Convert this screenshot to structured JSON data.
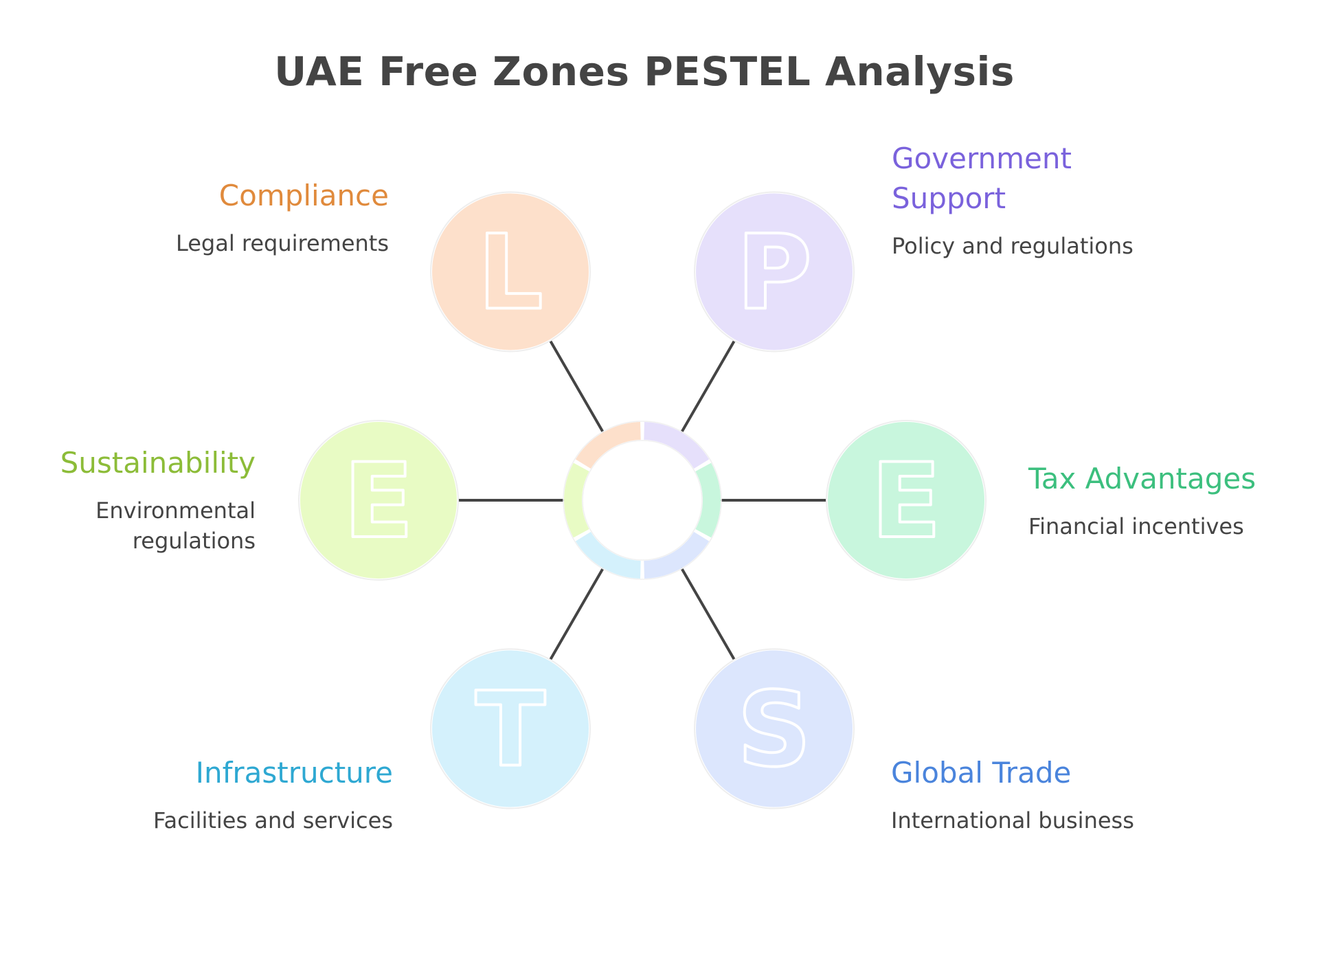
{
  "title": "UAE Free Zones PESTEL Analysis",
  "factors": [
    {
      "key": "political",
      "letter": "P",
      "heading": "Government Support",
      "heading_lines": [
        "Government",
        "Support"
      ],
      "description": "Policy and regulations",
      "fill": "#e6e0fb",
      "ring": "#e6e0fb",
      "accent": "#7a62dc"
    },
    {
      "key": "economic",
      "letter": "E",
      "heading": "Tax Advantages",
      "heading_lines": [
        "Tax Advantages"
      ],
      "description": "Financial incentives",
      "fill": "#c8f6dd",
      "ring": "#c8f6dd",
      "accent": "#3cbf7e"
    },
    {
      "key": "social",
      "letter": "S",
      "heading": "Global Trade",
      "heading_lines": [
        "Global Trade"
      ],
      "description": "International business",
      "fill": "#dce6fd",
      "ring": "#dce6fd",
      "accent": "#4a84dc"
    },
    {
      "key": "technological",
      "letter": "T",
      "heading": "Infrastructure",
      "heading_lines": [
        "Infrastructure"
      ],
      "description": "Facilities and services",
      "fill": "#d4f1fc",
      "ring": "#d4f1fc",
      "accent": "#2ea8d2"
    },
    {
      "key": "environmental",
      "letter": "E",
      "heading": "Sustainability",
      "heading_lines": [
        "Sustainability"
      ],
      "description": "Environmental regulations",
      "description_lines": [
        "Environmental",
        "regulations"
      ],
      "fill": "#e8fbc4",
      "ring": "#e8fbc4",
      "accent": "#8cbc38"
    },
    {
      "key": "legal",
      "letter": "L",
      "heading": "Compliance",
      "heading_lines": [
        "Compliance"
      ],
      "description": "Legal requirements",
      "fill": "#fde0cb",
      "ring": "#fde0cb",
      "accent": "#e08a3c"
    }
  ],
  "colors": {
    "connector": "#444444",
    "text": "#444444",
    "letter_stroke": "#ffffff"
  }
}
